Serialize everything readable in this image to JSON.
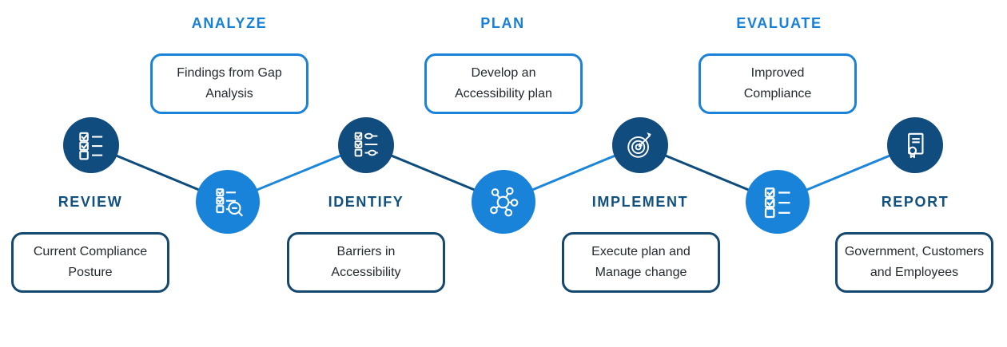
{
  "colors": {
    "dark-blue": "#114C7E",
    "bright-blue": "#1883D9",
    "dark-line": "#0E4C7C",
    "bright-line": "#1C86DB",
    "dark-label": "#11507F",
    "bright-label": "#167FD8",
    "box-border-top": "#1A82D8",
    "box-border-bottom": "#14486F",
    "box-text": "#232A30",
    "icon-stroke": "#FFFFFF",
    "background": "#FFFFFF"
  },
  "steps": [
    {
      "name": "review",
      "label": "REVIEW",
      "icon": "checklist-icon",
      "box_line1": "Current Compliance",
      "box_line2": "Posture"
    },
    {
      "name": "analyze",
      "label": "ANALYZE",
      "icon": "checklist-magnifier-icon",
      "box_line1": "Findings from Gap",
      "box_line2": "Analysis"
    },
    {
      "name": "identify",
      "label": "IDENTIFY",
      "icon": "checklist-tags-icon",
      "box_line1": "Barriers in",
      "box_line2": "Accessibility"
    },
    {
      "name": "plan",
      "label": "PLAN",
      "icon": "network-icon",
      "box_line1": "Develop an",
      "box_line2": "Accessibility plan"
    },
    {
      "name": "implement",
      "label": "IMPLEMENT",
      "icon": "target-arrow-icon",
      "box_line1": "Execute plan and",
      "box_line2": "Manage change"
    },
    {
      "name": "evaluate",
      "label": "EVALUATE",
      "icon": "checklist-icon",
      "box_line1": "Improved",
      "box_line2": "Compliance"
    },
    {
      "name": "report",
      "label": "REPORT",
      "icon": "certificate-icon",
      "box_line1": "Government, Customers",
      "box_line2": "and Employees"
    }
  ]
}
